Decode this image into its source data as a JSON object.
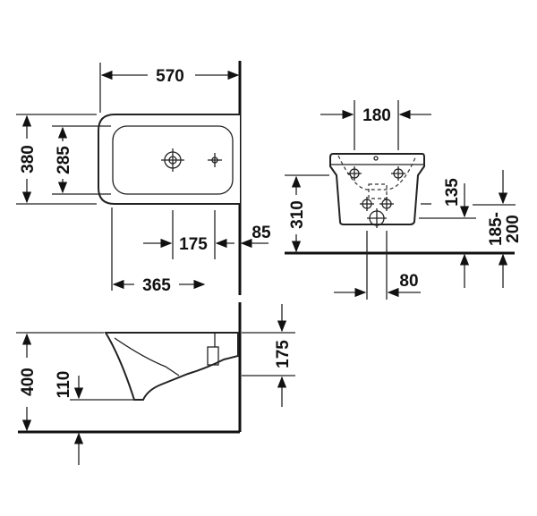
{
  "title": "Bidet dimension drawing",
  "top_view": {
    "width": "570",
    "depth_outer": "380",
    "depth_inner": "285",
    "tap_offset": "175",
    "tap_from_wall": "365",
    "wall_gap": "85"
  },
  "front_view": {
    "fixing_spacing": "180",
    "fixing_height": "310",
    "drain_height": "135",
    "supply_height": "185-\n200",
    "supply_height_line1": "185-",
    "supply_height_line2": "200",
    "drain_spacing": "80"
  },
  "side_view": {
    "rim_height": "400",
    "outlet_height": "110",
    "fixing_from_top": "175"
  }
}
